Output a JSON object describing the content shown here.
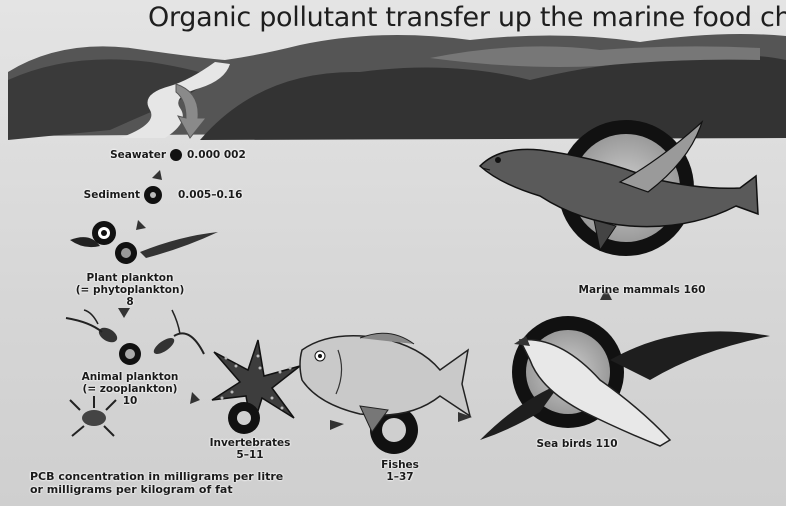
{
  "title": "Organic pollutant transfer up the marine food chain",
  "nodes": {
    "seawater": {
      "name": "Seawater",
      "value": "0.000 002"
    },
    "sediment": {
      "name": "Sediment",
      "value": "0.005–0.16"
    },
    "phytoplankton": {
      "name": "Plant plankton",
      "alt": "(= phytoplankton)",
      "value": "8"
    },
    "zooplankton": {
      "name": "Animal plankton",
      "alt": "(= zooplankton)",
      "value": "10"
    },
    "invertebrates": {
      "name": "Invertebrates",
      "value": "5–11"
    },
    "fishes": {
      "name": "Fishes",
      "value": "1–37"
    },
    "seabirds": {
      "name": "Sea birds",
      "value": "110"
    },
    "mammals": {
      "name": "Marine mammals",
      "value": "160"
    }
  },
  "caption": {
    "line1": "PCB concentration in milligrams per litre",
    "line2": "or milligrams per kilogram of fat"
  },
  "colors": {
    "ink": "#1a1a1a",
    "land": "#3a3a3a",
    "ring": "#222222",
    "background": "#d9d9d9"
  }
}
